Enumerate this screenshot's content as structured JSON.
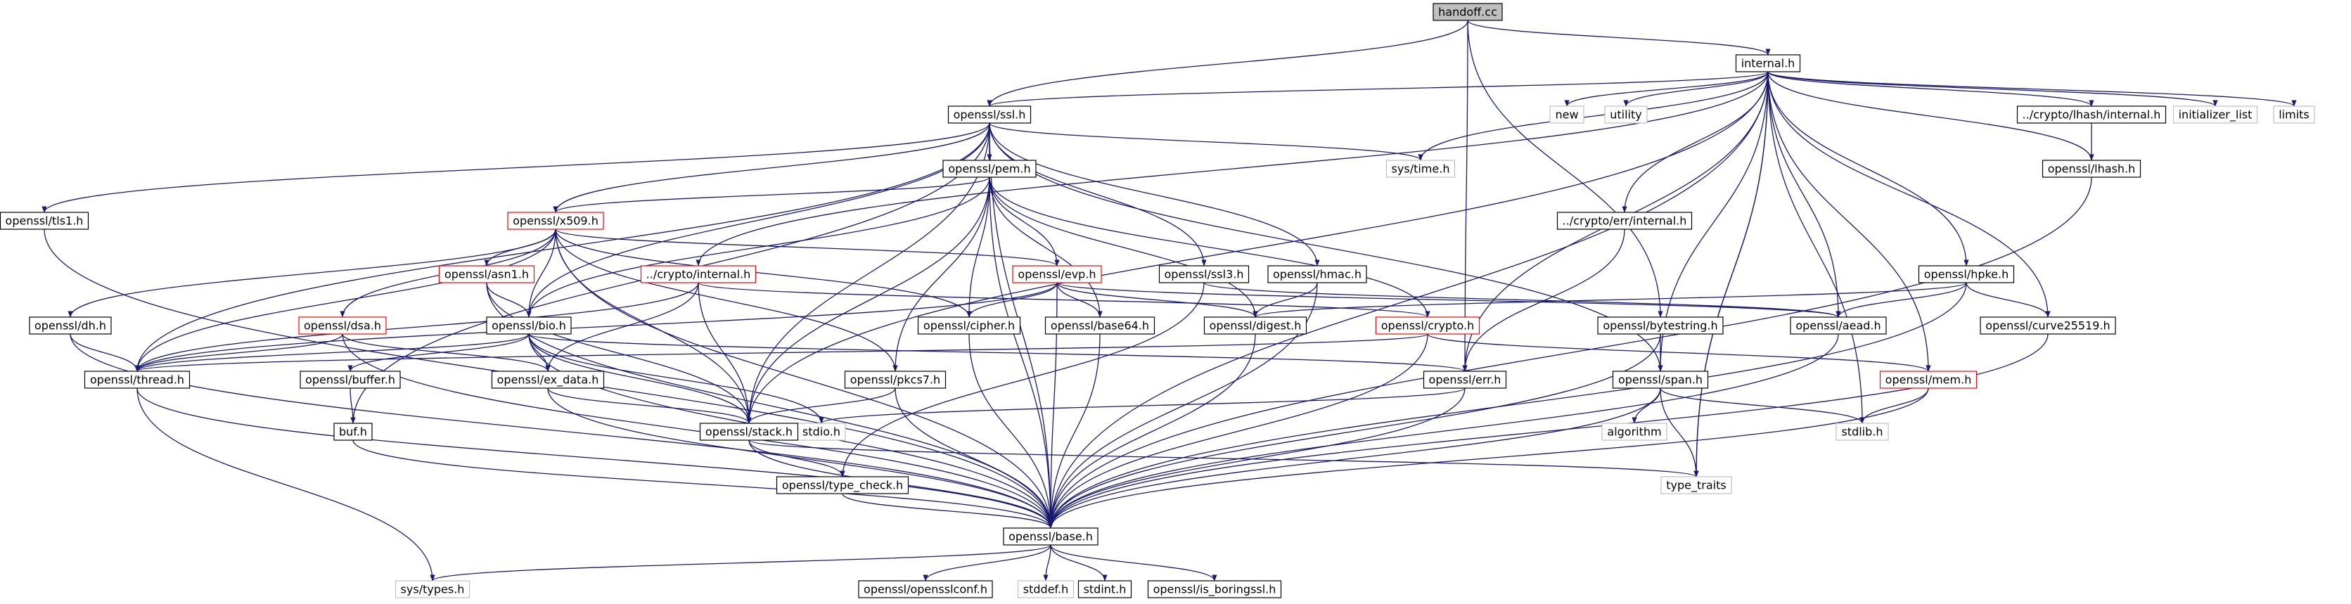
{
  "colors": {
    "edge": "#191970",
    "edge_arrow": "#191970",
    "box_default_border": "#000000",
    "box_system_border": "#bfbfbf",
    "box_red_border": "#ff0000",
    "box_root_fill": "#bfbfbf",
    "text": "#000000",
    "box_fill": "#ffffff"
  },
  "nodes": [
    {
      "id": "handoff_cc",
      "label": "handoff.cc",
      "kind": "root"
    },
    {
      "id": "internal_h",
      "label": "internal.h",
      "kind": "default"
    },
    {
      "id": "openssl_ssl_h",
      "label": "openssl/ssl.h",
      "kind": "default"
    },
    {
      "id": "new",
      "label": "new",
      "kind": "system"
    },
    {
      "id": "utility",
      "label": "utility",
      "kind": "system"
    },
    {
      "id": "type_traits_top",
      "label": "type_traits",
      "kind": "system"
    },
    {
      "id": "crypto_lhash_internal_h",
      "label": "../crypto/lhash/internal.h",
      "kind": "default"
    },
    {
      "id": "initializer_list",
      "label": "initializer_list",
      "kind": "system"
    },
    {
      "id": "limits",
      "label": "limits",
      "kind": "system"
    },
    {
      "id": "sys_time_h",
      "label": "sys/time.h",
      "kind": "system"
    },
    {
      "id": "openssl_lhash_h",
      "label": "openssl/lhash.h",
      "kind": "default"
    },
    {
      "id": "openssl_pem_h",
      "label": "openssl/pem.h",
      "kind": "default"
    },
    {
      "id": "openssl_tls1_h",
      "label": "openssl/tls1.h",
      "kind": "default"
    },
    {
      "id": "openssl_x509_h",
      "label": "openssl/x509.h",
      "kind": "red"
    },
    {
      "id": "crypto_err_internal_h",
      "label": "../crypto/err/internal.h",
      "kind": "default"
    },
    {
      "id": "openssl_hpke_h",
      "label": "openssl/hpke.h",
      "kind": "default"
    },
    {
      "id": "openssl_asn1_h",
      "label": "openssl/asn1.h",
      "kind": "red"
    },
    {
      "id": "crypto_internal_h",
      "label": "../crypto/internal.h",
      "kind": "red"
    },
    {
      "id": "openssl_evp_h",
      "label": "openssl/evp.h",
      "kind": "red"
    },
    {
      "id": "openssl_ssl3_h",
      "label": "openssl/ssl3.h",
      "kind": "default"
    },
    {
      "id": "openssl_hmac_h",
      "label": "openssl/hmac.h",
      "kind": "default"
    },
    {
      "id": "openssl_dh_h",
      "label": "openssl/dh.h",
      "kind": "default"
    },
    {
      "id": "openssl_dsa_h",
      "label": "openssl/dsa.h",
      "kind": "red"
    },
    {
      "id": "openssl_bio_h",
      "label": "openssl/bio.h",
      "kind": "default"
    },
    {
      "id": "openssl_cipher_h",
      "label": "openssl/cipher.h",
      "kind": "default"
    },
    {
      "id": "openssl_base64_h",
      "label": "openssl/base64.h",
      "kind": "default"
    },
    {
      "id": "openssl_digest_h",
      "label": "openssl/digest.h",
      "kind": "default"
    },
    {
      "id": "openssl_crypto_h",
      "label": "openssl/crypto.h",
      "kind": "red"
    },
    {
      "id": "openssl_bytestring_h",
      "label": "openssl/bytestring.h",
      "kind": "default"
    },
    {
      "id": "openssl_aead_h",
      "label": "openssl/aead.h",
      "kind": "default"
    },
    {
      "id": "openssl_curve25519_h",
      "label": "openssl/curve25519.h",
      "kind": "default"
    },
    {
      "id": "openssl_thread_h",
      "label": "openssl/thread.h",
      "kind": "default"
    },
    {
      "id": "openssl_buffer_h",
      "label": "openssl/buffer.h",
      "kind": "default"
    },
    {
      "id": "openssl_ex_data_h",
      "label": "openssl/ex_data.h",
      "kind": "default"
    },
    {
      "id": "openssl_pkcs7_h",
      "label": "openssl/pkcs7.h",
      "kind": "default"
    },
    {
      "id": "openssl_err_h",
      "label": "openssl/err.h",
      "kind": "default"
    },
    {
      "id": "openssl_span_h",
      "label": "openssl/span.h",
      "kind": "default"
    },
    {
      "id": "openssl_mem_h",
      "label": "openssl/mem.h",
      "kind": "red"
    },
    {
      "id": "buf_h",
      "label": "buf.h",
      "kind": "default"
    },
    {
      "id": "stdio_h",
      "label": "stdio.h",
      "kind": "system"
    },
    {
      "id": "openssl_stack_h",
      "label": "openssl/stack.h",
      "kind": "default"
    },
    {
      "id": "algorithm",
      "label": "algorithm",
      "kind": "system"
    },
    {
      "id": "stdlib_h",
      "label": "stdlib.h",
      "kind": "system"
    },
    {
      "id": "openssl_type_check_h",
      "label": "openssl/type_check.h",
      "kind": "default"
    },
    {
      "id": "type_traits",
      "label": "type_traits",
      "kind": "system"
    },
    {
      "id": "openssl_base_h",
      "label": "openssl/base.h",
      "kind": "default"
    },
    {
      "id": "sys_types_h",
      "label": "sys/types.h",
      "kind": "system"
    },
    {
      "id": "openssl_opensslconf_h",
      "label": "openssl/opensslconf.h",
      "kind": "default"
    },
    {
      "id": "stddef_h",
      "label": "stddef.h",
      "kind": "system"
    },
    {
      "id": "stdint_h",
      "label": "stdint.h",
      "kind": "default"
    },
    {
      "id": "openssl_is_boringssl_h",
      "label": "openssl/is_boringssl.h",
      "kind": "default"
    }
  ],
  "edges": [
    [
      "handoff_cc",
      "internal_h"
    ],
    [
      "handoff_cc",
      "openssl_ssl_h"
    ],
    [
      "handoff_cc",
      "openssl_bytestring_h"
    ],
    [
      "handoff_cc",
      "openssl_err_h"
    ],
    [
      "internal_h",
      "openssl_ssl_h"
    ],
    [
      "internal_h",
      "new"
    ],
    [
      "internal_h",
      "utility"
    ],
    [
      "internal_h",
      "type_traits_top"
    ],
    [
      "internal_h",
      "crypto_lhash_internal_h"
    ],
    [
      "internal_h",
      "initializer_list"
    ],
    [
      "internal_h",
      "limits"
    ],
    [
      "internal_h",
      "sys_time_h"
    ],
    [
      "internal_h",
      "openssl_lhash_h"
    ],
    [
      "internal_h",
      "crypto_err_internal_h"
    ],
    [
      "internal_h",
      "crypto_internal_h"
    ],
    [
      "internal_h",
      "openssl_hpke_h"
    ],
    [
      "internal_h",
      "openssl_aead_h"
    ],
    [
      "internal_h",
      "openssl_curve25519_h"
    ],
    [
      "internal_h",
      "openssl_err_h"
    ],
    [
      "internal_h",
      "openssl_span_h"
    ],
    [
      "internal_h",
      "openssl_mem_h"
    ],
    [
      "internal_h",
      "openssl_stack_h"
    ],
    [
      "internal_h",
      "stdlib_h"
    ],
    [
      "internal_h",
      "type_traits"
    ],
    [
      "internal_h",
      "openssl_base_h"
    ],
    [
      "crypto_lhash_internal_h",
      "openssl_lhash_h"
    ],
    [
      "openssl_lhash_h",
      "openssl_base_h"
    ],
    [
      "openssl_ssl_h",
      "sys_time_h"
    ],
    [
      "openssl_ssl_h",
      "openssl_pem_h"
    ],
    [
      "openssl_ssl_h",
      "openssl_tls1_h"
    ],
    [
      "openssl_ssl_h",
      "openssl_x509_h"
    ],
    [
      "openssl_ssl_h",
      "openssl_ssl3_h"
    ],
    [
      "openssl_ssl_h",
      "openssl_hmac_h"
    ],
    [
      "openssl_ssl_h",
      "openssl_bio_h"
    ],
    [
      "openssl_ssl_h",
      "buf_h"
    ],
    [
      "openssl_ssl_h",
      "openssl_thread_h"
    ],
    [
      "openssl_ssl_h",
      "openssl_span_h"
    ],
    [
      "openssl_ssl_h",
      "openssl_stack_h"
    ],
    [
      "openssl_ssl_h",
      "openssl_base_h"
    ],
    [
      "openssl_tls1_h",
      "openssl_base_h"
    ],
    [
      "openssl_pem_h",
      "openssl_x509_h"
    ],
    [
      "openssl_pem_h",
      "openssl_evp_h"
    ],
    [
      "openssl_pem_h",
      "openssl_cipher_h"
    ],
    [
      "openssl_pem_h",
      "openssl_base64_h"
    ],
    [
      "openssl_pem_h",
      "openssl_digest_h"
    ],
    [
      "openssl_pem_h",
      "openssl_crypto_h"
    ],
    [
      "openssl_pem_h",
      "openssl_bio_h"
    ],
    [
      "openssl_pem_h",
      "openssl_pkcs7_h"
    ],
    [
      "openssl_pem_h",
      "openssl_stack_h"
    ],
    [
      "openssl_pem_h",
      "openssl_base_h"
    ],
    [
      "openssl_x509_h",
      "openssl_asn1_h"
    ],
    [
      "openssl_x509_h",
      "openssl_evp_h"
    ],
    [
      "openssl_x509_h",
      "openssl_dh_h"
    ],
    [
      "openssl_x509_h",
      "openssl_dsa_h"
    ],
    [
      "openssl_x509_h",
      "openssl_bio_h"
    ],
    [
      "openssl_x509_h",
      "openssl_cipher_h"
    ],
    [
      "openssl_x509_h",
      "openssl_pkcs7_h"
    ],
    [
      "openssl_x509_h",
      "openssl_thread_h"
    ],
    [
      "openssl_x509_h",
      "openssl_stack_h"
    ],
    [
      "openssl_x509_h",
      "openssl_base_h"
    ],
    [
      "crypto_err_internal_h",
      "openssl_err_h"
    ],
    [
      "openssl_hpke_h",
      "openssl_aead_h"
    ],
    [
      "openssl_hpke_h",
      "openssl_digest_h"
    ],
    [
      "openssl_hpke_h",
      "openssl_curve25519_h"
    ],
    [
      "openssl_hpke_h",
      "openssl_base_h"
    ],
    [
      "openssl_asn1_h",
      "openssl_bio_h"
    ],
    [
      "openssl_asn1_h",
      "openssl_stack_h"
    ],
    [
      "openssl_asn1_h",
      "openssl_base_h"
    ],
    [
      "crypto_internal_h",
      "openssl_crypto_h"
    ],
    [
      "crypto_internal_h",
      "openssl_ex_data_h"
    ],
    [
      "crypto_internal_h",
      "openssl_thread_h"
    ],
    [
      "crypto_internal_h",
      "openssl_stack_h"
    ],
    [
      "openssl_evp_h",
      "openssl_aead_h"
    ],
    [
      "openssl_evp_h",
      "openssl_base64_h"
    ],
    [
      "openssl_evp_h",
      "openssl_cipher_h"
    ],
    [
      "openssl_evp_h",
      "openssl_digest_h"
    ],
    [
      "openssl_evp_h",
      "openssl_thread_h"
    ],
    [
      "openssl_evp_h",
      "openssl_base_h"
    ],
    [
      "openssl_ssl3_h",
      "openssl_aead_h"
    ],
    [
      "openssl_ssl3_h",
      "openssl_type_check_h"
    ],
    [
      "openssl_hmac_h",
      "openssl_digest_h"
    ],
    [
      "openssl_hmac_h",
      "openssl_base_h"
    ],
    [
      "openssl_dh_h",
      "openssl_thread_h"
    ],
    [
      "openssl_dh_h",
      "openssl_base_h"
    ],
    [
      "openssl_dsa_h",
      "openssl_ex_data_h"
    ],
    [
      "openssl_dsa_h",
      "openssl_thread_h"
    ],
    [
      "openssl_dsa_h",
      "openssl_base_h"
    ],
    [
      "openssl_bio_h",
      "openssl_buffer_h"
    ],
    [
      "openssl_bio_h",
      "openssl_ex_data_h"
    ],
    [
      "openssl_bio_h",
      "openssl_err_h"
    ],
    [
      "openssl_bio_h",
      "openssl_stack_h"
    ],
    [
      "openssl_bio_h",
      "openssl_thread_h"
    ],
    [
      "openssl_bio_h",
      "stdio_h"
    ],
    [
      "openssl_bio_h",
      "openssl_base_h"
    ],
    [
      "openssl_cipher_h",
      "openssl_base_h"
    ],
    [
      "openssl_base64_h",
      "openssl_base_h"
    ],
    [
      "openssl_digest_h",
      "openssl_base_h"
    ],
    [
      "openssl_crypto_h",
      "openssl_mem_h"
    ],
    [
      "openssl_crypto_h",
      "openssl_thread_h"
    ],
    [
      "openssl_crypto_h",
      "openssl_base_h"
    ],
    [
      "openssl_bytestring_h",
      "openssl_span_h"
    ],
    [
      "openssl_bytestring_h",
      "openssl_base_h"
    ],
    [
      "openssl_aead_h",
      "openssl_base_h"
    ],
    [
      "openssl_curve25519_h",
      "openssl_base_h"
    ],
    [
      "openssl_thread_h",
      "sys_types_h"
    ],
    [
      "openssl_thread_h",
      "openssl_base_h"
    ],
    [
      "openssl_buffer_h",
      "buf_h"
    ],
    [
      "buf_h",
      "openssl_base_h"
    ],
    [
      "openssl_ex_data_h",
      "openssl_stack_h"
    ],
    [
      "openssl_ex_data_h",
      "openssl_base_h"
    ],
    [
      "openssl_pkcs7_h",
      "openssl_stack_h"
    ],
    [
      "openssl_pkcs7_h",
      "openssl_base_h"
    ],
    [
      "openssl_err_h",
      "stdio_h"
    ],
    [
      "openssl_err_h",
      "openssl_base_h"
    ],
    [
      "openssl_span_h",
      "algorithm"
    ],
    [
      "openssl_span_h",
      "stdlib_h"
    ],
    [
      "openssl_span_h",
      "type_traits"
    ],
    [
      "openssl_span_h",
      "openssl_base_h"
    ],
    [
      "openssl_mem_h",
      "stdlib_h"
    ],
    [
      "openssl_mem_h",
      "openssl_base_h"
    ],
    [
      "openssl_stack_h",
      "openssl_type_check_h"
    ],
    [
      "openssl_stack_h",
      "type_traits"
    ],
    [
      "openssl_stack_h",
      "openssl_base_h"
    ],
    [
      "openssl_type_check_h",
      "openssl_base_h"
    ],
    [
      "openssl_base_h",
      "sys_types_h"
    ],
    [
      "openssl_base_h",
      "openssl_opensslconf_h"
    ],
    [
      "openssl_base_h",
      "stddef_h"
    ],
    [
      "openssl_base_h",
      "stdint_h"
    ],
    [
      "openssl_base_h",
      "openssl_is_boringssl_h"
    ]
  ]
}
